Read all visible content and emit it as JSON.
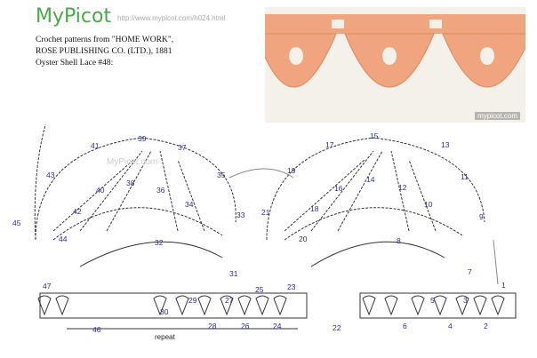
{
  "header": {
    "logo": "MyPicot",
    "url": "http://www.mypicot.com/h024.html",
    "lines": [
      "Crochet patterns from \"HOME WORK\",",
      "ROSE PUBLISHING CO. (LTD.), 1881",
      "Oyster Shell Lace #48:"
    ]
  },
  "photo": {
    "watermark": "mypicot.com",
    "thread_color": "#f0a57e"
  },
  "diagram": {
    "watermark": "MyPicot.com",
    "repeat_label": "repeat",
    "numbers": [
      "39",
      "41",
      "37",
      "43",
      "40",
      "38",
      "36",
      "35",
      "42",
      "34",
      "33",
      "45",
      "44",
      "32",
      "31",
      "30",
      "29",
      "27",
      "25",
      "23",
      "28",
      "26",
      "24",
      "47",
      "46",
      "22",
      "6",
      "4",
      "2",
      "5",
      "3",
      "1",
      "7",
      "8",
      "9",
      "10",
      "11",
      "12",
      "13",
      "14",
      "15",
      "16",
      "17",
      "18",
      "19",
      "20",
      "21"
    ]
  }
}
